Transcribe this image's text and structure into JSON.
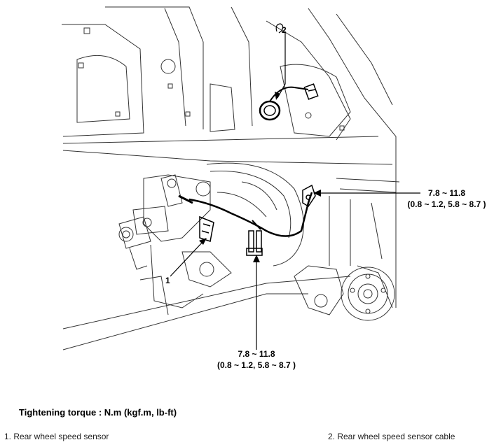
{
  "callouts": {
    "one": "1",
    "two": "2"
  },
  "torque_right": {
    "value": "7.8 ~ 11.8",
    "alt": "(0.8 ~ 1.2, 5.8 ~ 8.7 )"
  },
  "torque_bottom": {
    "value": "7.8 ~ 11.8",
    "alt": "(0.8 ~ 1.2, 5.8 ~ 8.7 )"
  },
  "note": "Tightening torque : N.m (kgf.m, lb-ft)",
  "legend": {
    "item1": "1. Rear wheel speed sensor",
    "item2": "2. Rear wheel speed sensor cable"
  }
}
